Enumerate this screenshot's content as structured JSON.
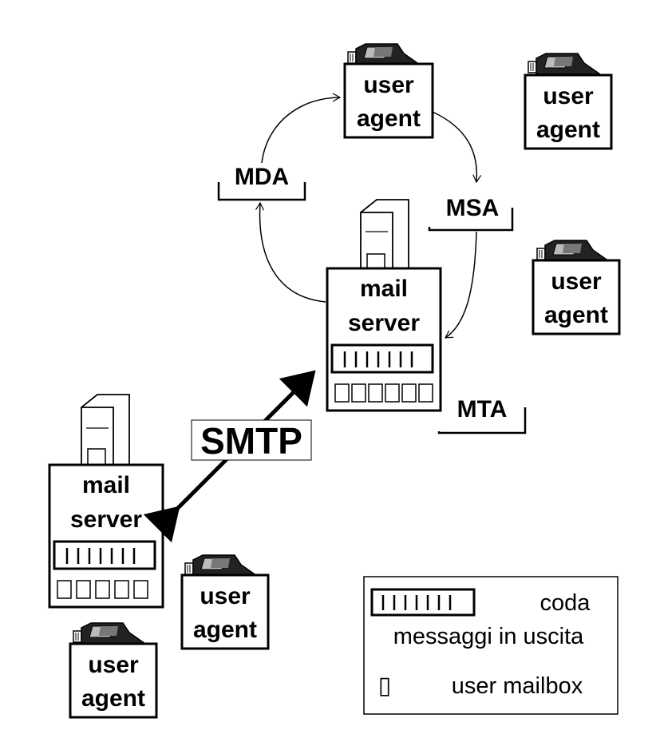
{
  "user_agents": [
    {
      "line1": "user",
      "line2": "agent"
    },
    {
      "line1": "user",
      "line2": "agent"
    },
    {
      "line1": "user",
      "line2": "agent"
    },
    {
      "line1": "user",
      "line2": "agent"
    },
    {
      "line1": "user",
      "line2": "agent"
    }
  ],
  "mail_servers": [
    {
      "line1": "mail",
      "line2": "server"
    },
    {
      "line1": "mail",
      "line2": "server"
    }
  ],
  "labels": {
    "mda": "MDA",
    "msa": "MSA",
    "mta": "MTA",
    "smtp": "SMTP"
  },
  "legend": {
    "queue_line1": "coda",
    "queue_line2": "messaggi in uscita",
    "mailbox": "user mailbox",
    "mailbox_symbol": "▯"
  }
}
